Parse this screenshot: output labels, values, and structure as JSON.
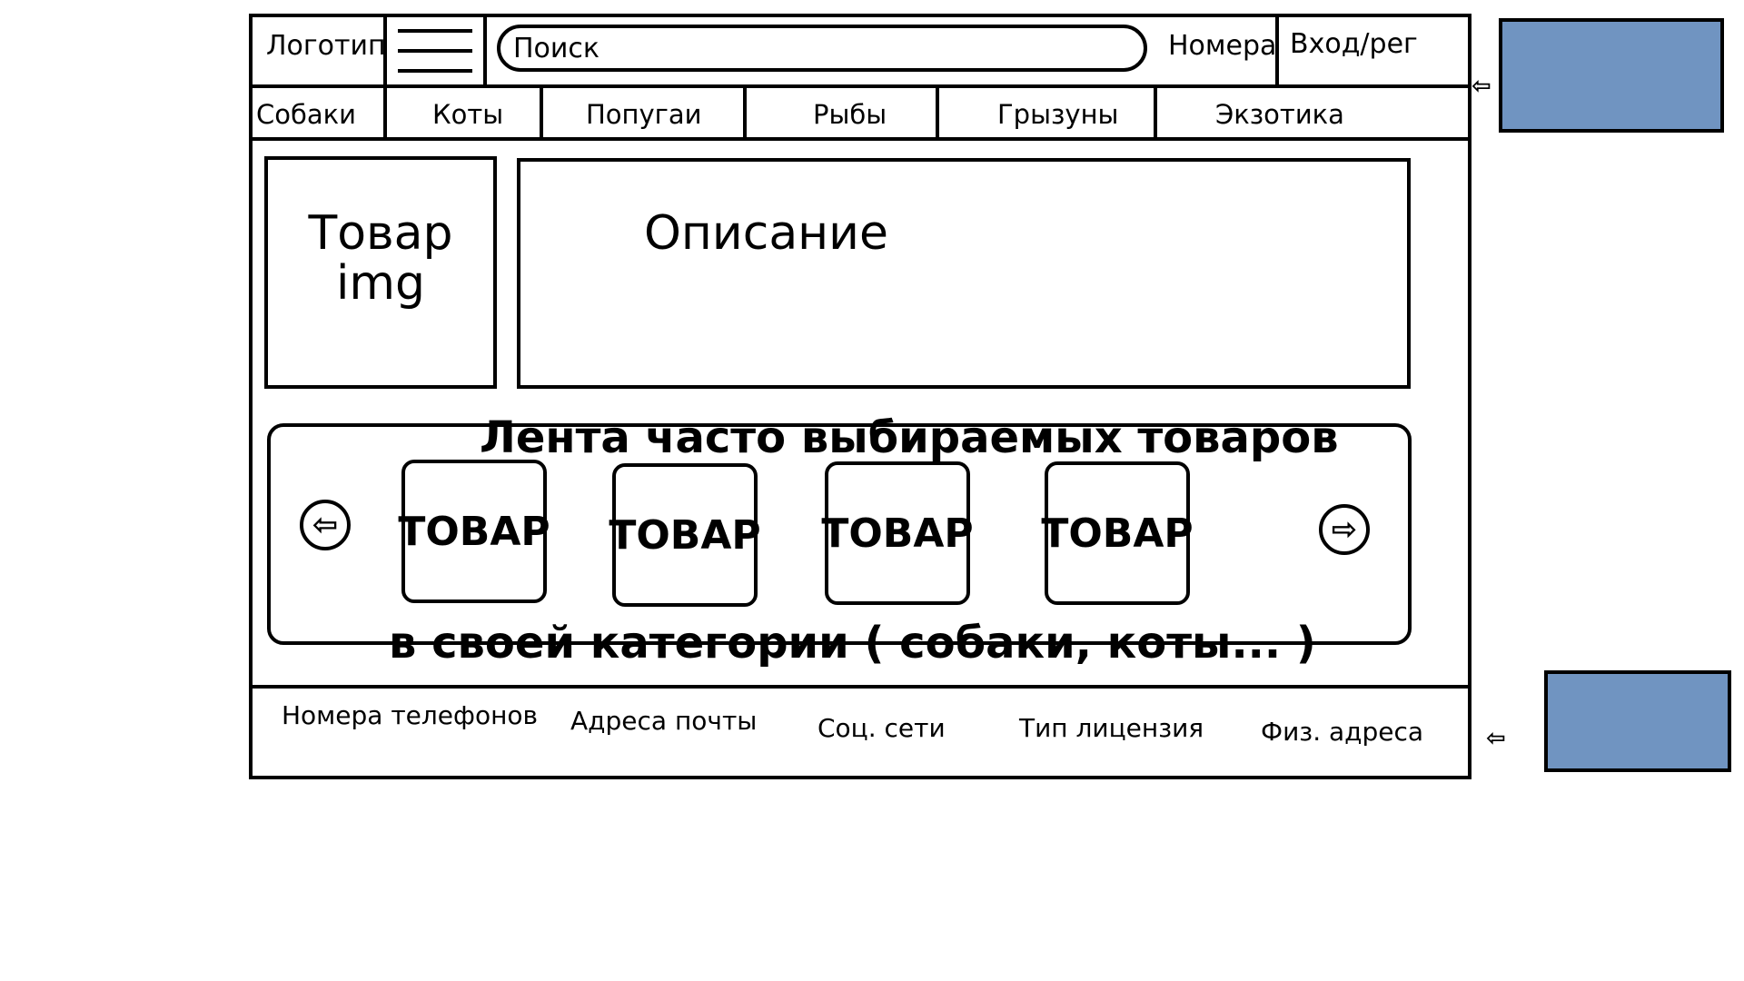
{
  "header": {
    "logo": "Логотип",
    "search_placeholder": "Поиск",
    "phones": "Номера",
    "login": "Вход/рег"
  },
  "nav": {
    "items": [
      "Собаки",
      "Коты",
      "Попугаи",
      "Рыбы",
      "Грызуны",
      "Экзотика"
    ]
  },
  "product": {
    "image_label": "Товар\nimg",
    "description_label": "Описание"
  },
  "carousel": {
    "title": "Лента часто выбираемых товаров",
    "subtitle": "в своей категории ( собаки, коты... )",
    "cards": [
      "ТОВАР",
      "ТОВАР",
      "ТОВАР",
      "ТОВАР"
    ],
    "prev_icon": "arrow-left-circle-icon",
    "next_icon": "arrow-right-circle-icon"
  },
  "footer": {
    "items": [
      "Номера телефонов",
      "Адреса почты",
      "Соц. сети",
      "Тип лицензия",
      "Физ. адреса"
    ]
  },
  "annotations": {
    "box_color": "#7094c1",
    "arrow_icon": "arrow-left-icon"
  }
}
